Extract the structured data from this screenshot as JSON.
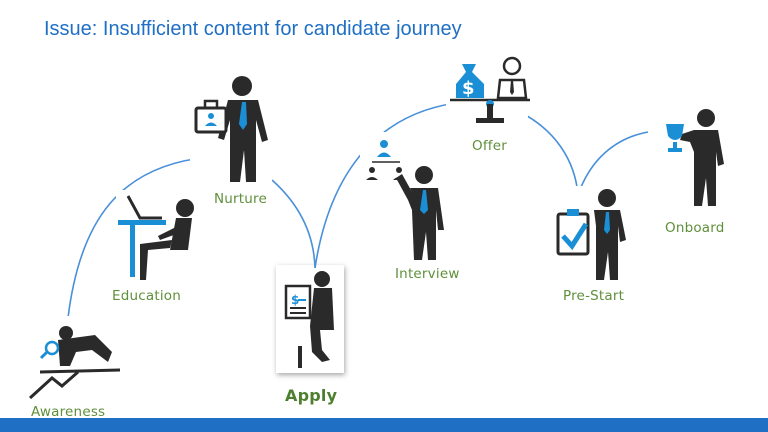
{
  "slide": {
    "title": "Issue: Insufficient content for candidate journey"
  },
  "stages": [
    {
      "id": "awareness",
      "label": "Awareness"
    },
    {
      "id": "education",
      "label": "Education"
    },
    {
      "id": "nurture",
      "label": "Nurture"
    },
    {
      "id": "apply",
      "label": "Apply"
    },
    {
      "id": "interview",
      "label": "Interview"
    },
    {
      "id": "offer",
      "label": "Offer"
    },
    {
      "id": "pre-start",
      "label": "Pre-Start"
    },
    {
      "id": "onboard",
      "label": "Onboard"
    }
  ],
  "colors": {
    "title": "#1f6fc5",
    "label": "#5f8f3b",
    "accent": "#1a8fd6",
    "figure": "#2a2a2a",
    "connector": "#4a90d9",
    "bar": "#1f6fc5"
  },
  "icons": {
    "offer_money": "$"
  }
}
